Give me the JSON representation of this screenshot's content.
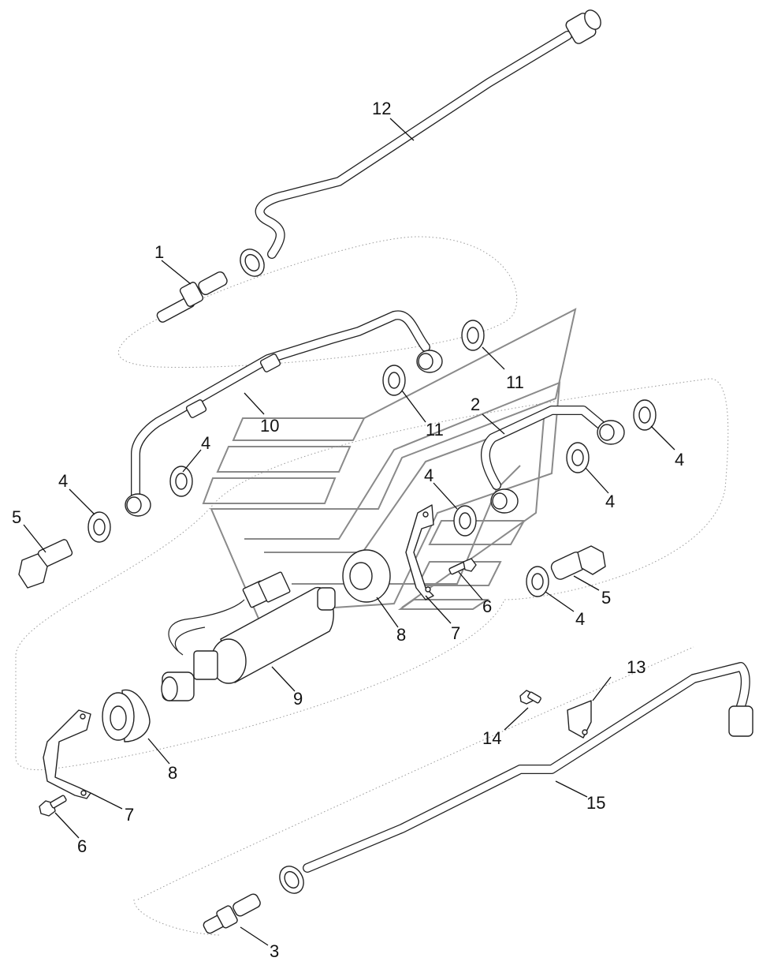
{
  "diagram": {
    "type": "exploded parts diagram",
    "subject": "fuel lines, lift pump and fittings",
    "watermark": "stylized diagonal stripe logo (grey outline)",
    "callouts": [
      {
        "id": "c1",
        "label": "1"
      },
      {
        "id": "c2",
        "label": "2"
      },
      {
        "id": "c3",
        "label": "3"
      },
      {
        "id": "c4a",
        "label": "4"
      },
      {
        "id": "c4b",
        "label": "4"
      },
      {
        "id": "c4c",
        "label": "4"
      },
      {
        "id": "c4d",
        "label": "4"
      },
      {
        "id": "c4e",
        "label": "4"
      },
      {
        "id": "c4f",
        "label": "4"
      },
      {
        "id": "c5a",
        "label": "5"
      },
      {
        "id": "c5b",
        "label": "5"
      },
      {
        "id": "c6a",
        "label": "6"
      },
      {
        "id": "c6b",
        "label": "6"
      },
      {
        "id": "c7a",
        "label": "7"
      },
      {
        "id": "c7b",
        "label": "7"
      },
      {
        "id": "c8a",
        "label": "8"
      },
      {
        "id": "c8b",
        "label": "8"
      },
      {
        "id": "c9",
        "label": "9"
      },
      {
        "id": "c10",
        "label": "10"
      },
      {
        "id": "c11a",
        "label": "11"
      },
      {
        "id": "c11b",
        "label": "11"
      },
      {
        "id": "c12",
        "label": "12"
      },
      {
        "id": "c13",
        "label": "13"
      },
      {
        "id": "c14",
        "label": "14"
      },
      {
        "id": "c15",
        "label": "15"
      }
    ]
  }
}
